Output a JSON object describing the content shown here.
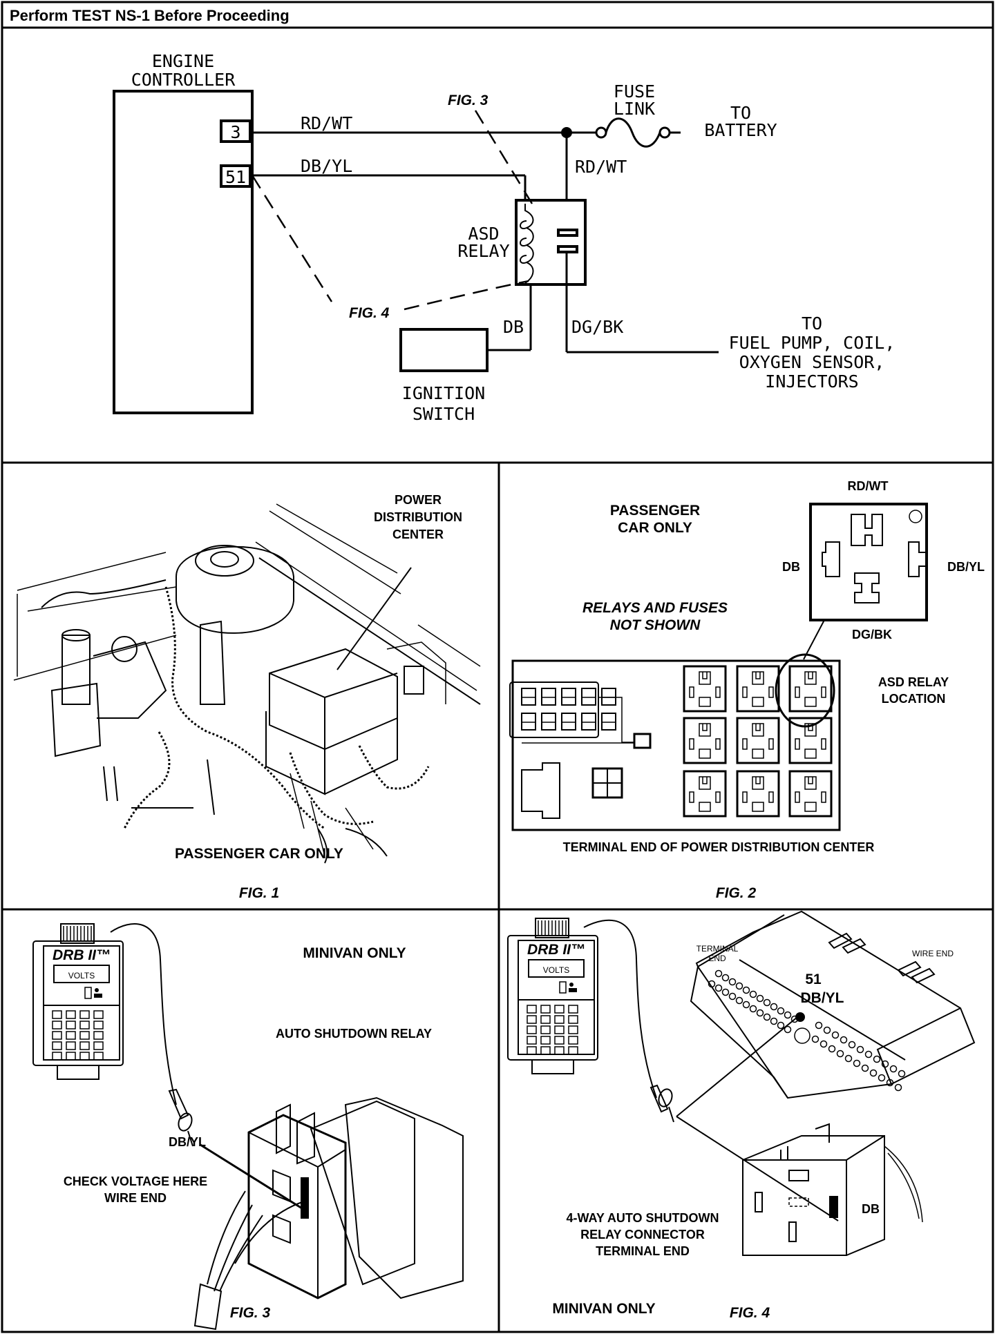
{
  "header": {
    "title": "Perform TEST NS-1 Before Proceeding"
  },
  "schematic": {
    "engine_controller": [
      "ENGINE",
      "CONTROLLER"
    ],
    "pins": [
      {
        "number": "3",
        "wire": "RD/WT"
      },
      {
        "number": "51",
        "wire": "DB/YL"
      }
    ],
    "fig3_callout": "FIG. 3",
    "fig4_callout": "FIG. 4",
    "fuse_link": [
      "FUSE",
      "LINK"
    ],
    "to_battery": [
      "TO",
      "BATTERY"
    ],
    "relay_feed_wire": "RD/WT",
    "asd_relay": [
      "ASD",
      "RELAY"
    ],
    "ignition_wire": "DB",
    "output_wire": "DG/BK",
    "ignition_switch": [
      "IGNITION",
      "SWITCH"
    ],
    "to_loads": [
      "TO",
      "FUEL PUMP, COIL,",
      "OXYGEN SENSOR,",
      "INJECTORS"
    ]
  },
  "fig1": {
    "callout": [
      "POWER",
      "DISTRIBUTION",
      "CENTER"
    ],
    "caption": "PASSENGER CAR ONLY",
    "label": "FIG. 1"
  },
  "fig2": {
    "heading": [
      "PASSENGER",
      "CAR ONLY"
    ],
    "note": [
      "RELAYS AND FUSES",
      "NOT SHOWN"
    ],
    "cavity_labels": {
      "top": "RD/WT",
      "left": "DB",
      "right": "DB/YL",
      "bottom": "DG/BK"
    },
    "asd_location": [
      "ASD RELAY",
      "LOCATION"
    ],
    "caption": "TERMINAL END OF POWER DISTRIBUTION CENTER",
    "label": "FIG. 2"
  },
  "fig3": {
    "tester_brand": "DRB II™",
    "tester_display": "VOLTS",
    "heading": "MINIVAN ONLY",
    "relay_title": "AUTO SHUTDOWN RELAY",
    "wire": "DB/YL",
    "instruction": [
      "CHECK VOLTAGE HERE",
      "WIRE END"
    ],
    "label": "FIG. 3"
  },
  "fig4": {
    "tester_brand": "DRB II™",
    "tester_display": "VOLTS",
    "terminal_end": [
      "TERMINAL",
      "END"
    ],
    "wire_end": "WIRE END",
    "pin": "51",
    "pin_wire": "DB/YL",
    "connector_desc": [
      "4-WAY AUTO SHUTDOWN",
      "RELAY CONNECTOR",
      "TERMINAL END"
    ],
    "cavity_wire": "DB",
    "caption": "MINIVAN ONLY",
    "label": "FIG. 4"
  }
}
